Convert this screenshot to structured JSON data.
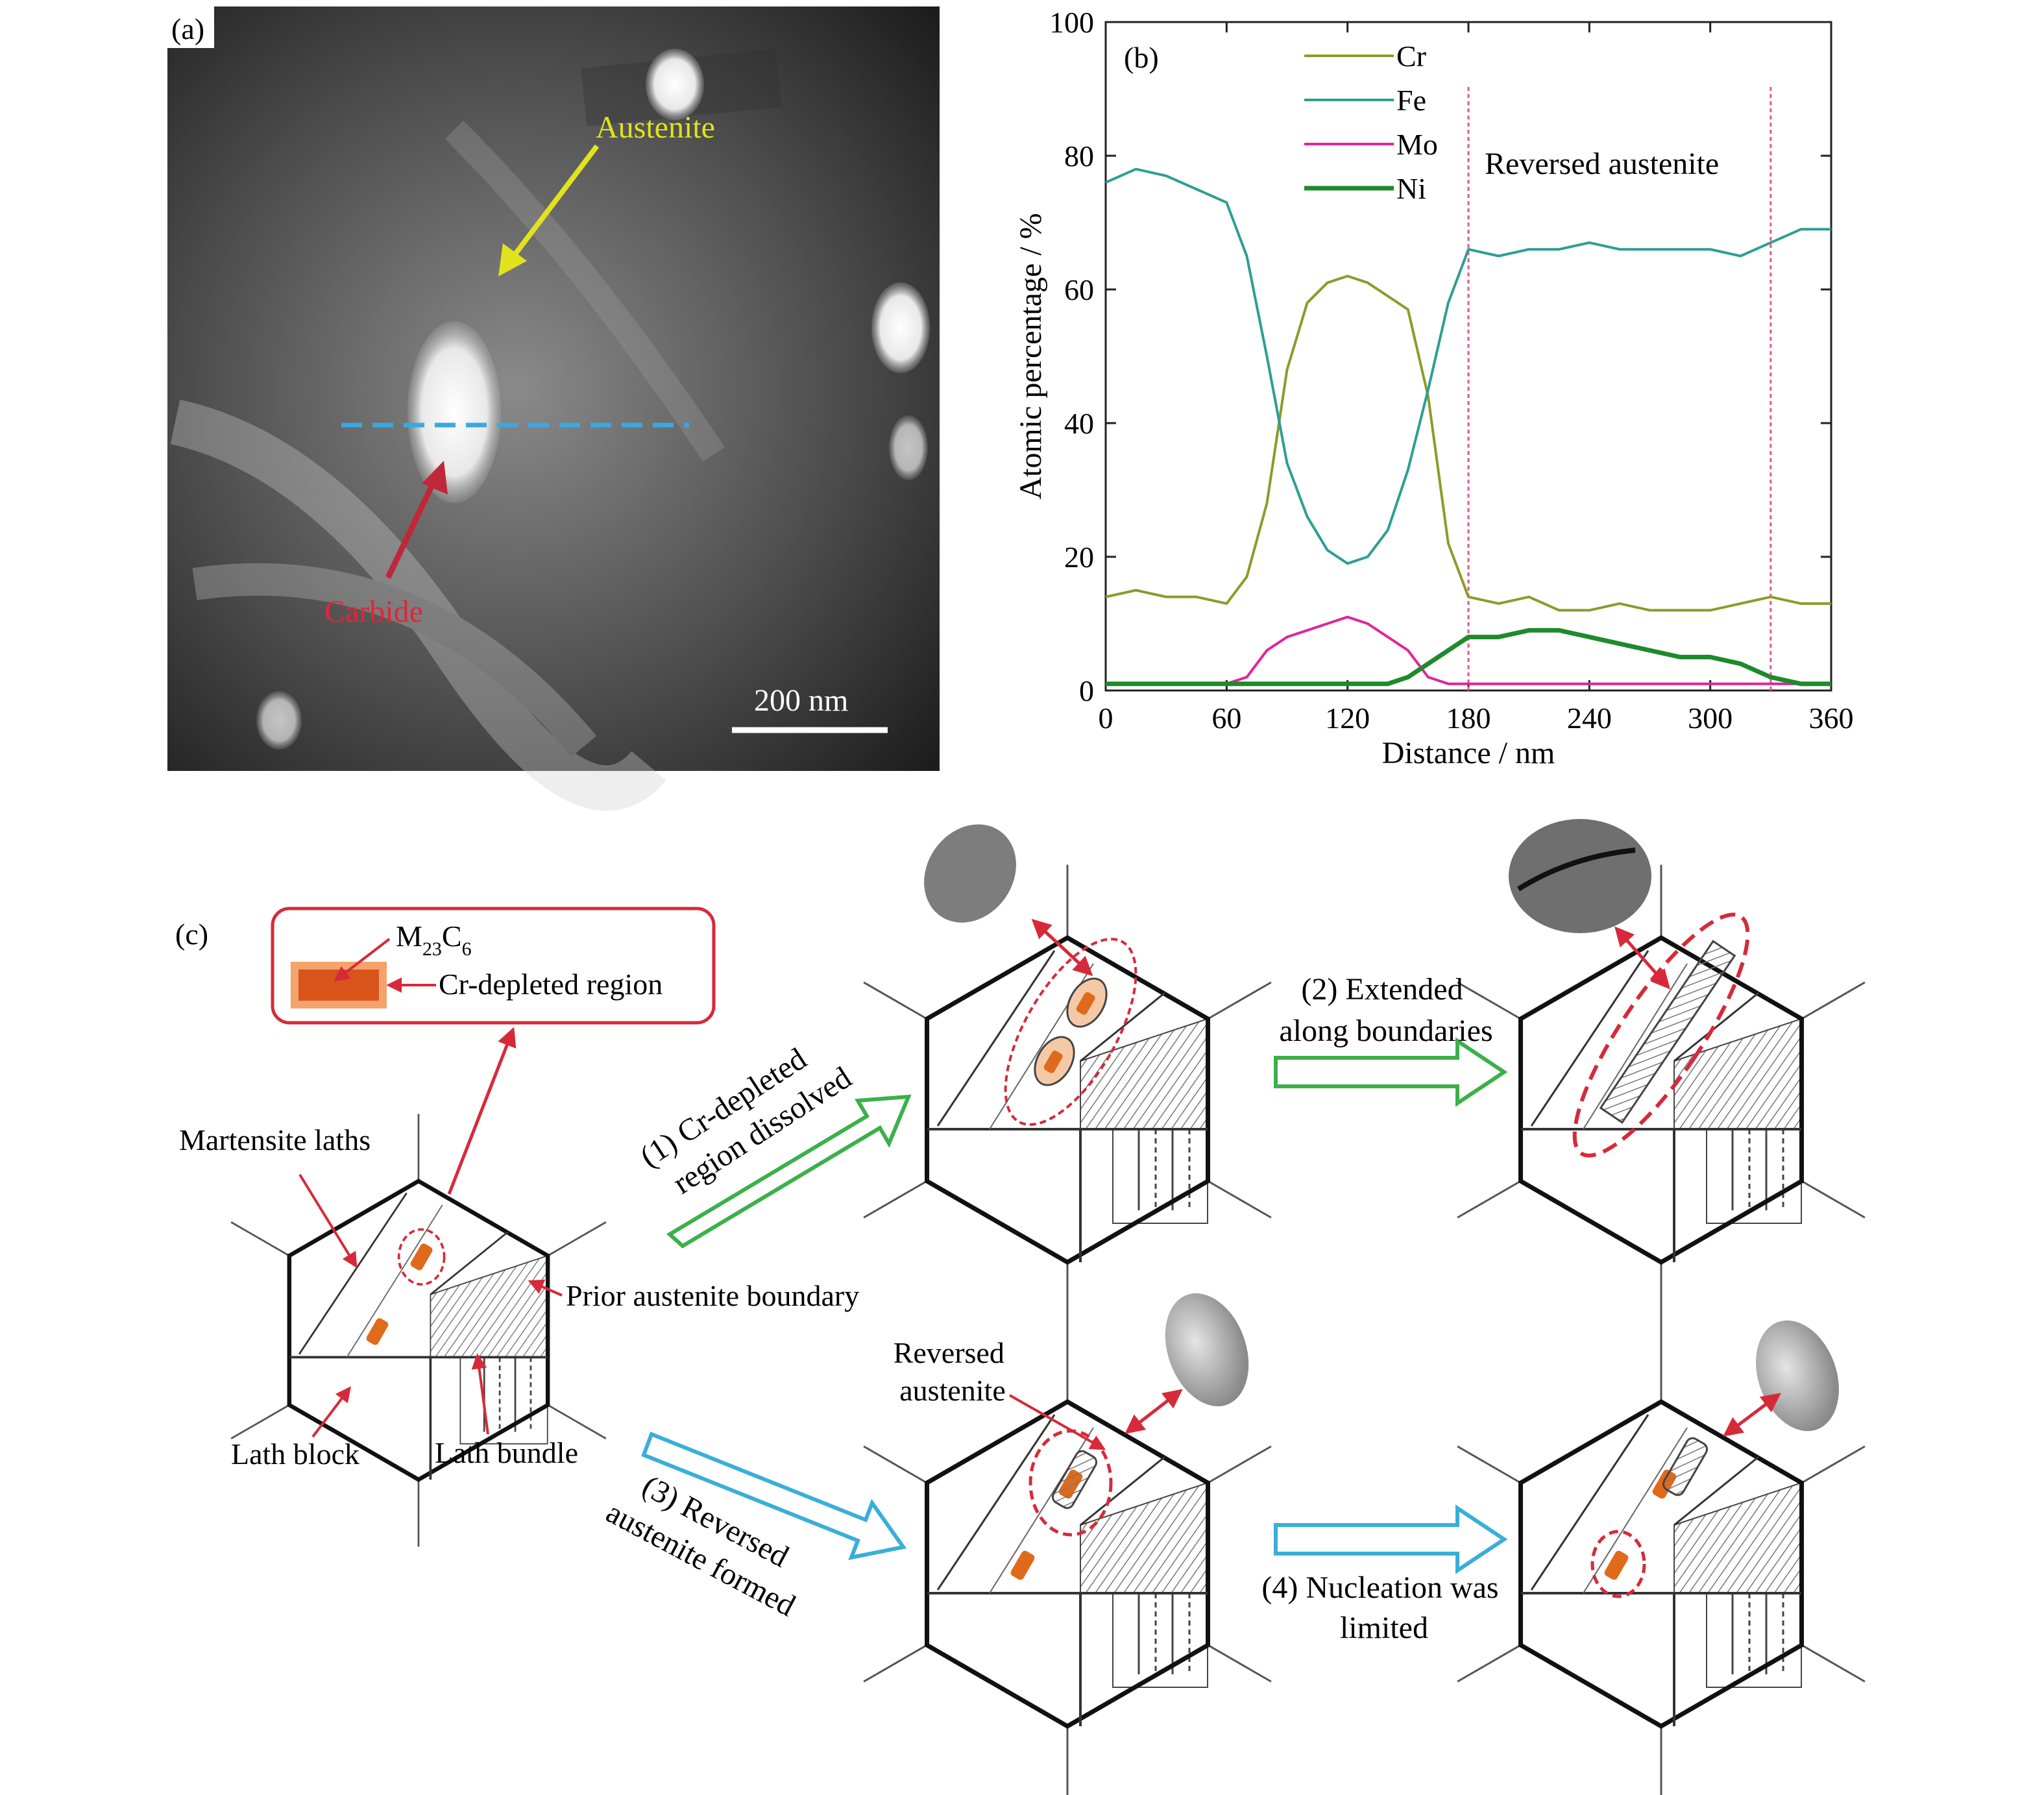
{
  "panel_a": {
    "label": "(a)",
    "austenite_label": "Austenite",
    "carbide_label": "Carbide",
    "scale_bar_label": "200 nm"
  },
  "panel_b": {
    "label": "(b)",
    "reversed_austenite_label": "Reversed austenite"
  },
  "chart_data": {
    "type": "line",
    "xlabel": "Distance / nm",
    "ylabel": "Atomic percentage / %",
    "xlim": [
      0,
      360
    ],
    "ylim": [
      0,
      100
    ],
    "xticks": [
      "0",
      "60",
      "120",
      "180",
      "240",
      "300",
      "360"
    ],
    "yticks": [
      "0",
      "20",
      "40",
      "60",
      "80",
      "100"
    ],
    "grid": false,
    "legend_position": "top-center",
    "vlines": [
      180,
      330
    ],
    "x": [
      0,
      15,
      30,
      45,
      60,
      70,
      80,
      90,
      100,
      110,
      120,
      130,
      140,
      150,
      160,
      170,
      180,
      195,
      210,
      225,
      240,
      255,
      270,
      285,
      300,
      315,
      330,
      345,
      360
    ],
    "series": [
      {
        "name": "Cr",
        "color": "#8f9a2a",
        "values": [
          14,
          15,
          14,
          14,
          13,
          17,
          28,
          48,
          58,
          61,
          62,
          61,
          59,
          57,
          44,
          22,
          14,
          13,
          14,
          12,
          12,
          13,
          12,
          12,
          12,
          13,
          14,
          13,
          13
        ]
      },
      {
        "name": "Fe",
        "color": "#2e9e95",
        "values": [
          76,
          78,
          77,
          75,
          73,
          65,
          50,
          34,
          26,
          21,
          19,
          20,
          24,
          33,
          45,
          58,
          66,
          65,
          66,
          66,
          67,
          66,
          66,
          66,
          66,
          65,
          67,
          69,
          69
        ]
      },
      {
        "name": "Mo",
        "color": "#e0249a",
        "values": [
          1,
          1,
          1,
          1,
          1,
          2,
          6,
          8,
          9,
          10,
          11,
          10,
          8,
          6,
          2,
          1,
          1,
          1,
          1,
          1,
          1,
          1,
          1,
          1,
          1,
          1,
          1,
          1,
          1
        ]
      },
      {
        "name": "Ni",
        "color": "#1f8a2c",
        "values": [
          1,
          1,
          1,
          1,
          1,
          1,
          1,
          1,
          1,
          1,
          1,
          1,
          1,
          2,
          4,
          6,
          8,
          8,
          9,
          9,
          8,
          7,
          6,
          5,
          5,
          4,
          2,
          1,
          1
        ]
      }
    ]
  },
  "panel_c": {
    "label": "(c)",
    "m23c6_label": "M",
    "m23c6_sub1": "23",
    "m23c6_mid": "C",
    "m23c6_sub2": "6",
    "cr_depleted_label": "Cr-depleted region",
    "martensite_label": "Martensite laths",
    "prior_boundary_label": "Prior austenite boundary",
    "lath_block_label": "Lath block",
    "lath_bundle_label": "Lath bundle",
    "step1_line1": "(1) Cr-depleted",
    "step1_line2": "region dissolved",
    "step2_line1": "(2) Extended",
    "step2_line2": "along boundaries",
    "step3_line1": "(3) Reversed",
    "step3_line2": "austenite formed",
    "step4_line1": "(4) Nucleation was",
    "step4_line2": "limited",
    "reversed_label_line1": "Reversed",
    "reversed_label_line2": "austenite",
    "colors": {
      "red": "#d62a3a",
      "green": "#3cb04a",
      "blue": "#3aaed8",
      "orange": "#e06a1c"
    }
  }
}
